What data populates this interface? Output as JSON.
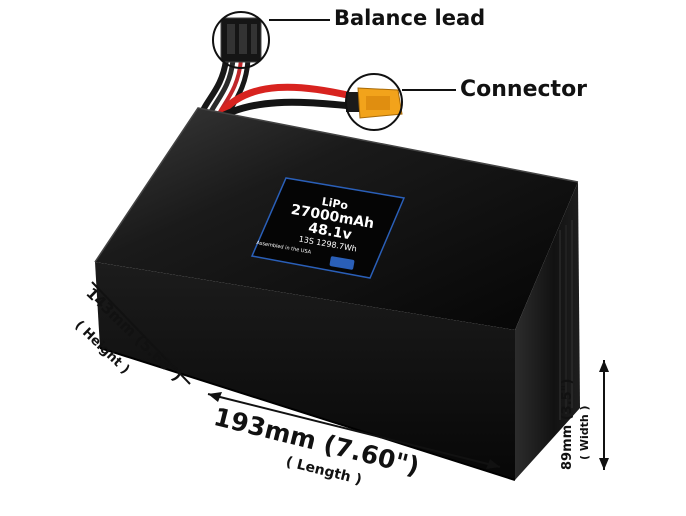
{
  "callouts": {
    "balance_lead": "Balance lead",
    "connector": "Connector"
  },
  "label": {
    "chemistry": "LiPo",
    "capacity_voltage": "27000mAh 48.1v",
    "spec": "13S 1298.7Wh",
    "assembled": "Assembled in the USA"
  },
  "dimensions": {
    "length": "193mm (7.60\")",
    "length_note": "( Length )",
    "height": "143mm (5.63\")",
    "height_note": "( Height )",
    "width": "89mm (3.5\")",
    "width_note": "( Width )"
  },
  "colors": {
    "battery_body": "#0b0b0b",
    "red_wire": "#d8231f",
    "connector": "#f2a31b",
    "label_border": "#2a5fb8"
  }
}
